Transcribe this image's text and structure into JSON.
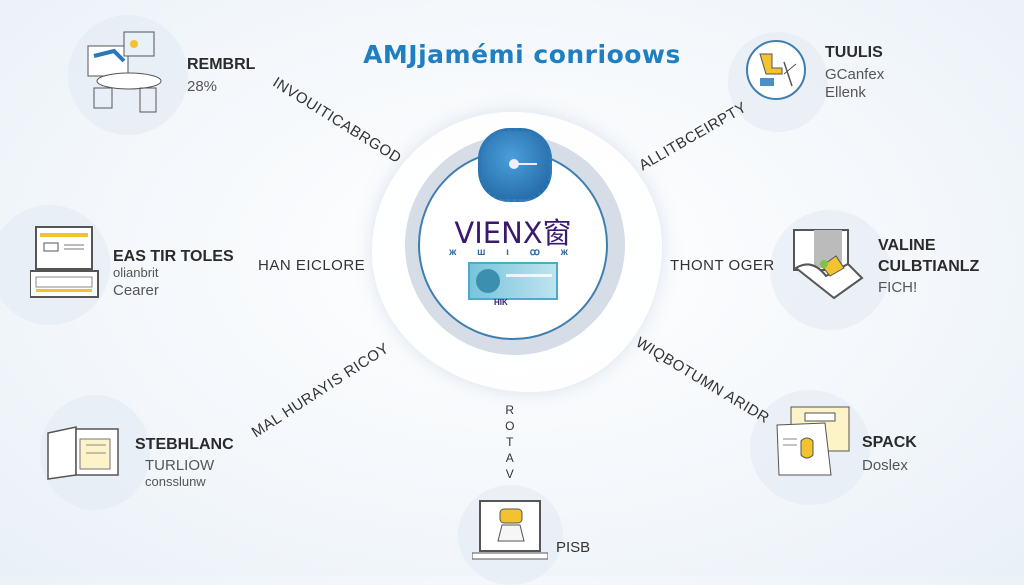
{
  "title": "AMJjamémi conrioows",
  "center": {
    "brand": "VIENX窗",
    "marks": "ж ш ı ꝏ ж",
    "card_text": "HIK"
  },
  "nodes": [
    {
      "id": "top-left",
      "icon": "workspace-desk-icon",
      "title": "REMBRL",
      "lines": [
        "28%"
      ]
    },
    {
      "id": "left",
      "icon": "laptop-icon",
      "title": "EAS TIR TOLES",
      "lines": [
        "olianbrit",
        "Cearer"
      ]
    },
    {
      "id": "bottom-left",
      "icon": "folder-icon",
      "title": "STEBHLANC",
      "lines": [
        "TURLIOW",
        "consslunw"
      ]
    },
    {
      "id": "bottom",
      "icon": "computer-lock-icon",
      "title": "PISB",
      "lines": []
    },
    {
      "id": "bottom-right",
      "icon": "document-shield-icon",
      "title": "SPACK",
      "lines": [
        "Doslex"
      ]
    },
    {
      "id": "right",
      "icon": "hand-card-icon",
      "title": "VALINE",
      "lines": [
        "CULBTIANLZ",
        "FICH!"
      ]
    },
    {
      "id": "top-right",
      "icon": "tools-icon",
      "title": "TUULIS",
      "lines": [
        "GCanfex",
        "Ellenk"
      ]
    }
  ],
  "connectors": {
    "top_left": "INVOUITICABRGOD",
    "top_right": "ALLITBCEIRPTY",
    "left": "HAN EICLORE",
    "right": "THONT OGER",
    "bottom_left": "MAL HURAYIS RICOY",
    "bottom_right": "WIQBOTUMN ARIDR",
    "bottom": "ROTAV"
  },
  "colors": {
    "accent": "#1f7fc0",
    "brand": "#3a1a6e",
    "highlight": "#f2c230"
  }
}
